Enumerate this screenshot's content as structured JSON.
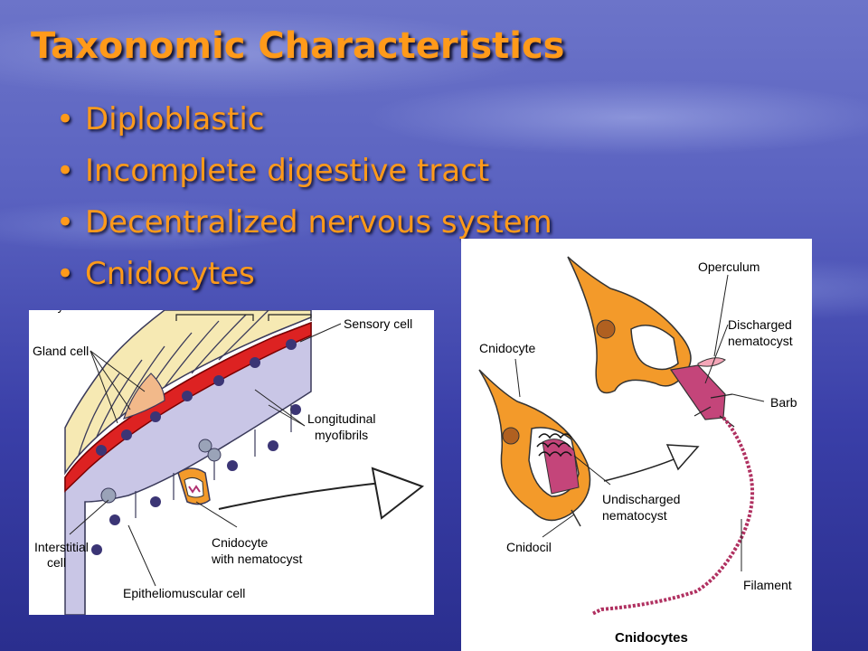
{
  "slide": {
    "title": "Taxonomic Characteristics",
    "bullets": [
      "Diploblastic",
      "Incomplete digestive tract",
      "Decentralized nervous system",
      "Cnidocytes"
    ],
    "title_color": "#ff9a1a"
  },
  "figure_left": {
    "labels": {
      "myofibrils_partial": "myofibrils",
      "sensory_cell": "Sensory cell",
      "gland_cell": "Gland cell",
      "longitudinal_line1": "Longitudinal",
      "longitudinal_line2": "myofibrils",
      "interstitial_line1": "Interstitial",
      "interstitial_line2": "cell",
      "cnidocyte_line1": "Cnidocyte",
      "cnidocyte_line2": "with nematocyst",
      "epitheliomuscular": "Epitheliomuscular cell"
    }
  },
  "figure_right": {
    "labels": {
      "operculum": "Operculum",
      "discharged_line1": "Discharged",
      "discharged_line2": "nematocyst",
      "cnidocyte": "Cnidocyte",
      "barb": "Barb",
      "undischarged_line1": "Undischarged",
      "undischarged_line2": "nematocyst",
      "cnidocil": "Cnidocil",
      "filament": "Filament"
    },
    "caption": "Cnidocytes"
  }
}
